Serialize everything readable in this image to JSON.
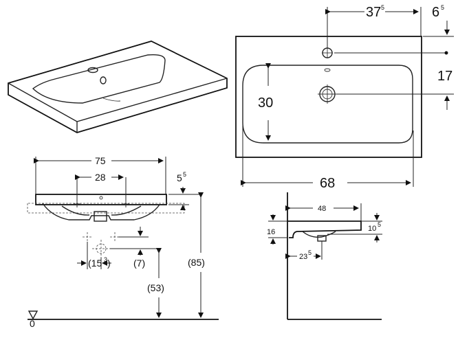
{
  "dims": {
    "top_width": "37",
    "top_width_sup": "5",
    "top_right": "6",
    "top_right_sup": "5",
    "right_17": "17",
    "bowl_height": "30",
    "bottom_width": "68",
    "front_width": "75",
    "front_holes": "28",
    "front_rim": "5",
    "front_rim_sup": "5",
    "waste_15": "(15",
    "waste_15_sup": "3",
    "waste_15_close": ")",
    "waste_7": "(7)",
    "height_53": "(53)",
    "height_85": "(85)",
    "floor_zero": "0",
    "side_48": "48",
    "side_16": "16",
    "side_10": "10",
    "side_10_sup": "5",
    "side_23": "23",
    "side_23_sup": "5"
  }
}
